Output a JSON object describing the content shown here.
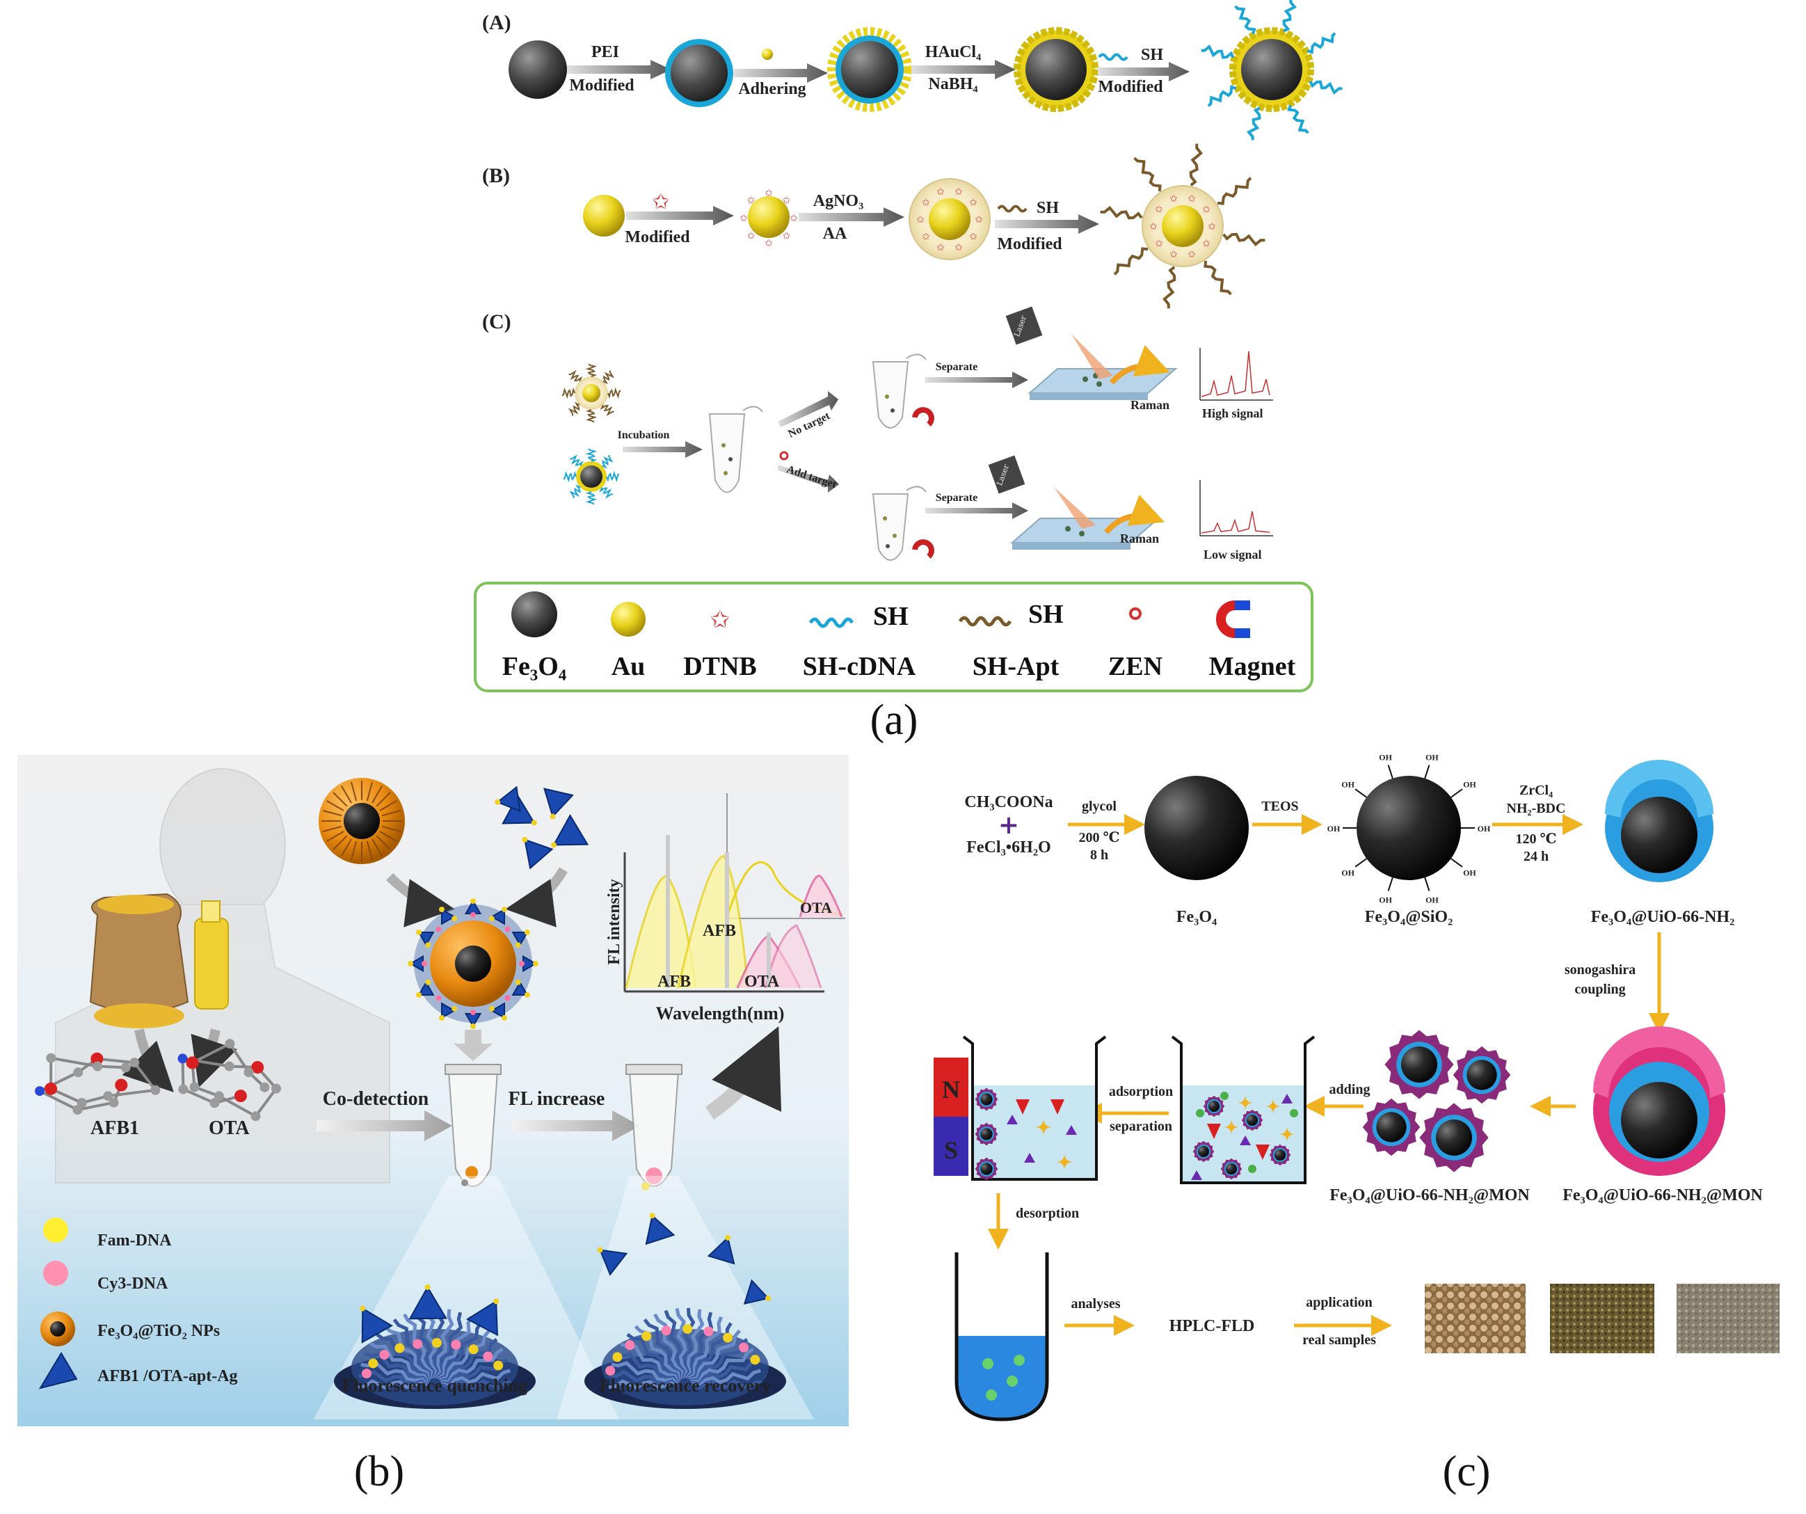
{
  "panel_a": {
    "row_a": {
      "label": "(A)",
      "step1_top": "PEI",
      "step1_bottom": "Modified",
      "step2_bottom": "Adhering",
      "step3_top": "HAuCl₄",
      "step3_bottom": "NaBH₄",
      "step4_top": "SH",
      "step4_bottom": "Modified"
    },
    "row_b": {
      "label": "(B)",
      "step1_bottom": "Modified",
      "step2_top": "AgNO₃",
      "step2_bottom": "AA",
      "step3_top": "SH",
      "step3_bottom": "Modified"
    },
    "row_c": {
      "label": "(C)",
      "incubation": "Incubation",
      "no_target": "No target",
      "add_target": "Add target",
      "separate_1": "Separate",
      "separate_2": "Separate",
      "laser_1": "Laser",
      "laser_2": "Laser",
      "raman_1": "Raman",
      "raman_2": "Raman",
      "high_signal": "High signal",
      "low_signal": "Low signal"
    },
    "legend": {
      "fe3o4": "Fe₃O₄",
      "au": "Au",
      "dtnb": "DTNB",
      "sh_cdna": "SH-cDNA",
      "sh_apt": "SH-Apt",
      "zen": "ZEN",
      "magnet": "Magnet",
      "sh": "SH"
    },
    "caption": "(a)",
    "colors": {
      "fe3o4": "#4a4a4a",
      "au": "#e8d21a",
      "cdna": "#1aa6d6",
      "apt": "#7a5a2a",
      "legend_border": "#7cc35a"
    }
  },
  "panel_b": {
    "afb1": "AFB1",
    "ota": "OTA",
    "co_detection": "Co-detection",
    "fl_increase": "FL increase",
    "fl_intensity": "FL intensity",
    "wavelength": "Wavelength(nm)",
    "afb_1": "AFB",
    "afb_2": "AFB",
    "ota_1": "OTA",
    "ota_2": "OTA",
    "quenching": "Fluorescence quenching",
    "recovery": "Fluorescence recovery",
    "legend": {
      "fam": "Fam-DNA",
      "cy3": "Cy3-DNA",
      "fe3o4_tio2": "Fe₃O₄@TiO₂ NPs",
      "apt_ag": "AFB1 /OTA-apt-Ag"
    },
    "caption": "(b)"
  },
  "panel_c": {
    "reagent1": "CH₃COONa",
    "reagent2": "FeCl₃•6H₂O",
    "glycol": "glycol",
    "cond1a": "200 ℃",
    "cond1b": "8 h",
    "teos": "TEOS",
    "zrcl4": "ZrCl₄",
    "nh2bdc": "NH₂-BDC",
    "cond3a": "120 ℃",
    "cond3b": "24 h",
    "oh": "OH",
    "fe3o4": "Fe₃O₄",
    "fe3o4_sio2": "Fe₃O₄@SiO₂",
    "fe3o4_uio": "Fe₃O₄@UiO-66-NH₂",
    "sonogashira1": "sonogashira",
    "sonogashira2": "coupling",
    "fe3o4_uio_mon_1": "Fe₃O₄@UiO-66-NH₂@MON",
    "fe3o4_uio_mon_2": "Fe₃O₄@UiO-66-NH₂@MON",
    "adding": "adding",
    "adsorption": "adsorption",
    "separation": "separation",
    "magnet_n": "N",
    "magnet_s": "S",
    "desorption": "desorption",
    "analyses": "analyses",
    "hplc": "HPLC-FLD",
    "application": "application",
    "real_samples": "real samples",
    "caption": "(c)",
    "colors": {
      "arrow": "#f0b21e",
      "uio": "#2a9ee0",
      "mon": "#e0327c"
    }
  }
}
